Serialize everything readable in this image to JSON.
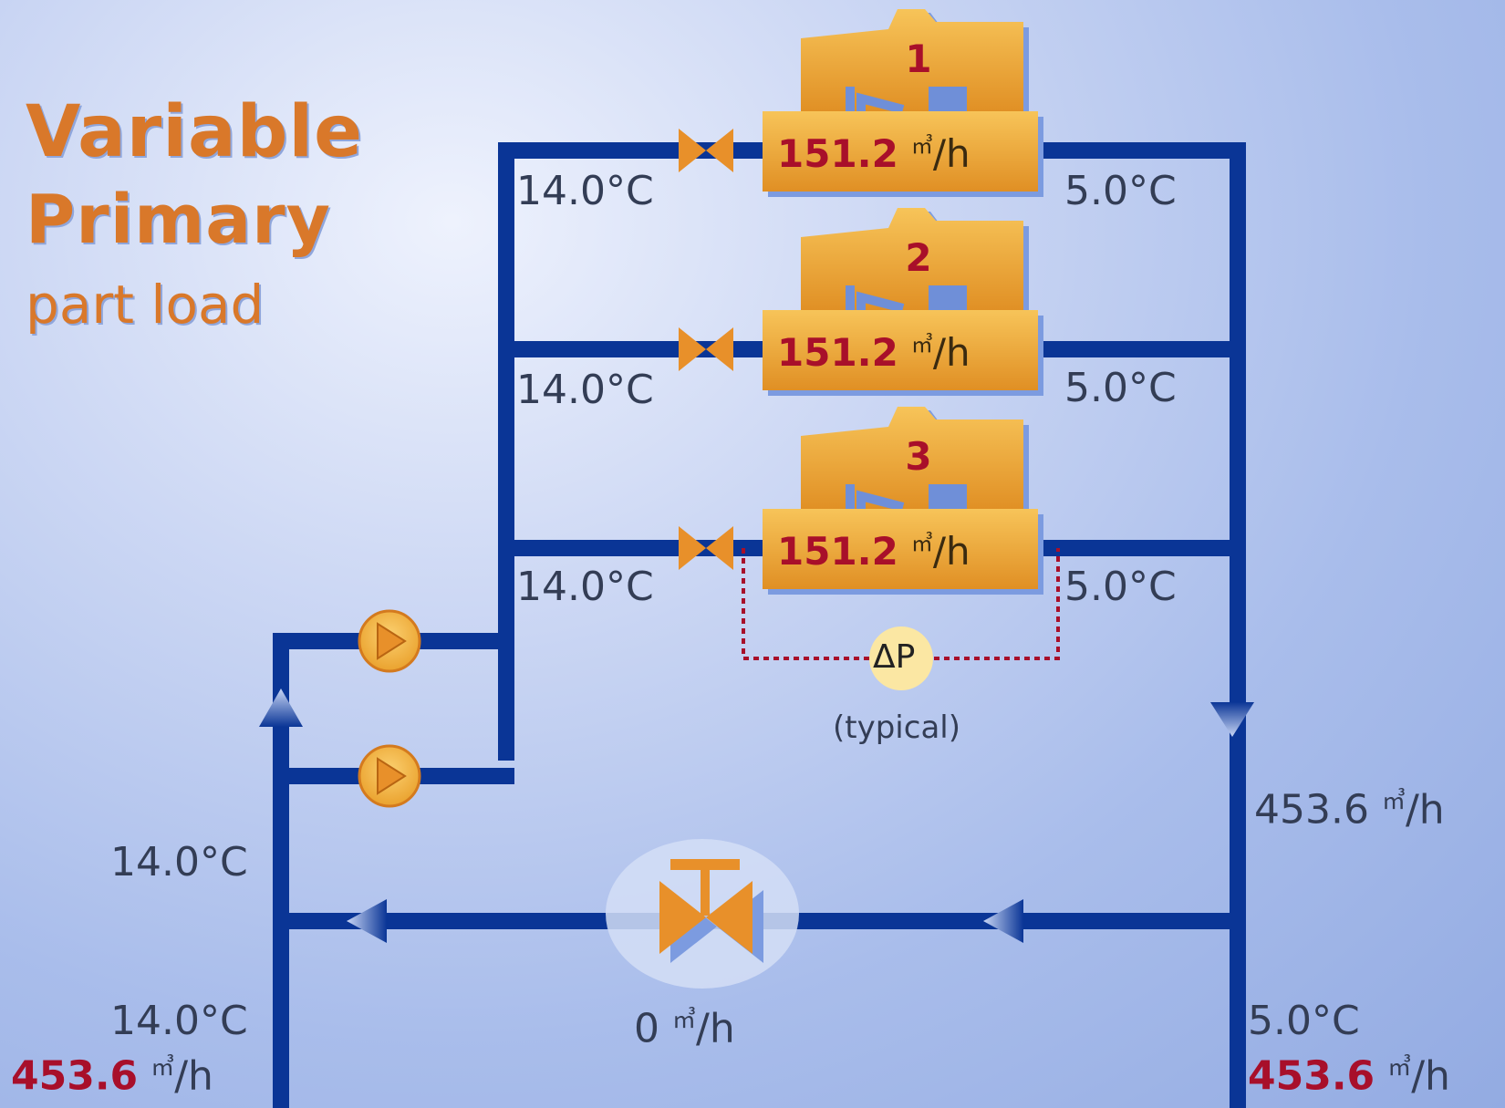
{
  "title": {
    "line1": "Variable",
    "line2": "Primary",
    "line3": "part load"
  },
  "chillers": [
    {
      "number": "1",
      "flow_value": "151.2",
      "flow_unit_sup": "㎥",
      "flow_unit": "/h",
      "inlet_temp": "14.0°C",
      "outlet_temp": "5.0°C"
    },
    {
      "number": "2",
      "flow_value": "151.2",
      "flow_unit_sup": "㎥",
      "flow_unit": "/h",
      "inlet_temp": "14.0°C",
      "outlet_temp": "5.0°C"
    },
    {
      "number": "3",
      "flow_value": "151.2",
      "flow_unit_sup": "㎥",
      "flow_unit": "/h",
      "inlet_temp": "14.0°C",
      "outlet_temp": "5.0°C"
    }
  ],
  "differential_pressure": {
    "symbol": "ΔP",
    "note": "(typical)"
  },
  "supply_riser": {
    "flow_value": "453.6",
    "flow_unit_sup": "㎥",
    "flow_unit": "/h"
  },
  "bypass": {
    "flow_value": "0",
    "flow_unit_sup": "㎥",
    "flow_unit": "/h"
  },
  "return_left": {
    "upper_temp": "14.0°C",
    "lower_temp": "14.0°C",
    "flow_value": "453.6",
    "flow_unit_sup": "㎥",
    "flow_unit": "/h"
  },
  "supply_right": {
    "temp": "5.0°C",
    "flow_value": "453.6",
    "flow_unit_sup": "㎥",
    "flow_unit": "/h"
  },
  "colors": {
    "pipe": "#0a3596",
    "chiller": "#f0a83a",
    "accent_red": "#a80f2a",
    "title_orange": "#d9782a",
    "valve_orange": "#e8902a"
  },
  "icons": [
    "pump-icon",
    "valve-icon",
    "bypass-valve-icon",
    "flow-arrow-icon",
    "chiller-icon"
  ]
}
